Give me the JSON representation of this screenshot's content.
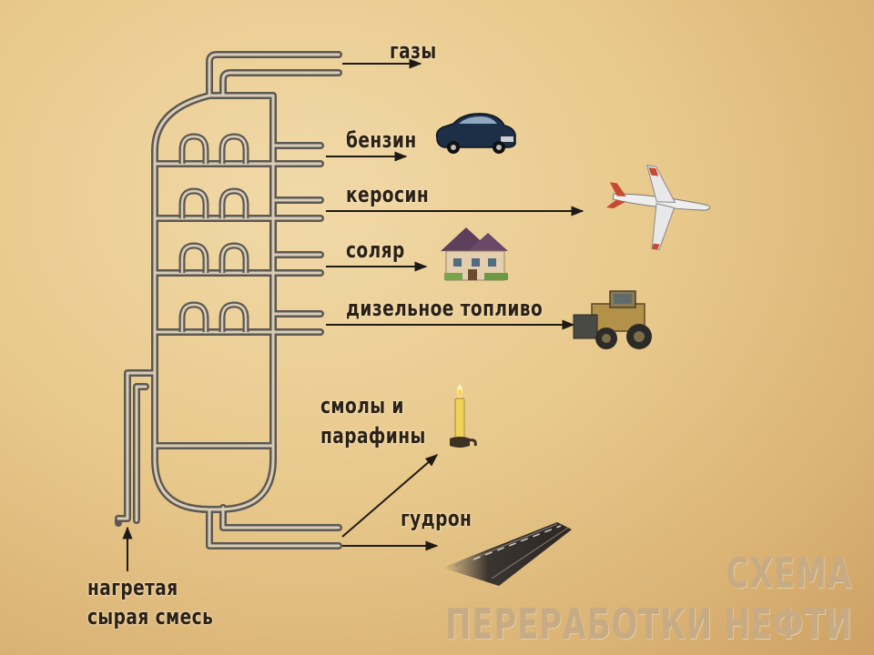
{
  "diagram": {
    "products": {
      "gases": "газы",
      "gasoline": "бензин",
      "kerosene": "керосин",
      "solar_oil": "соляр",
      "diesel_fuel": "дизельное топливо",
      "resins_line1": "смолы и",
      "resins_line2": "парафины",
      "tar": "гудрон"
    },
    "input": {
      "line1": "нагретая",
      "line2": "сырая смесь"
    },
    "title": {
      "line1": "СХЕМА",
      "line2": "ПЕРЕРАБОТКИ НЕФТИ"
    },
    "icons": [
      "car-icon",
      "airplane-icon",
      "house-icon",
      "tractor-icon",
      "candle-icon",
      "road-icon"
    ]
  }
}
